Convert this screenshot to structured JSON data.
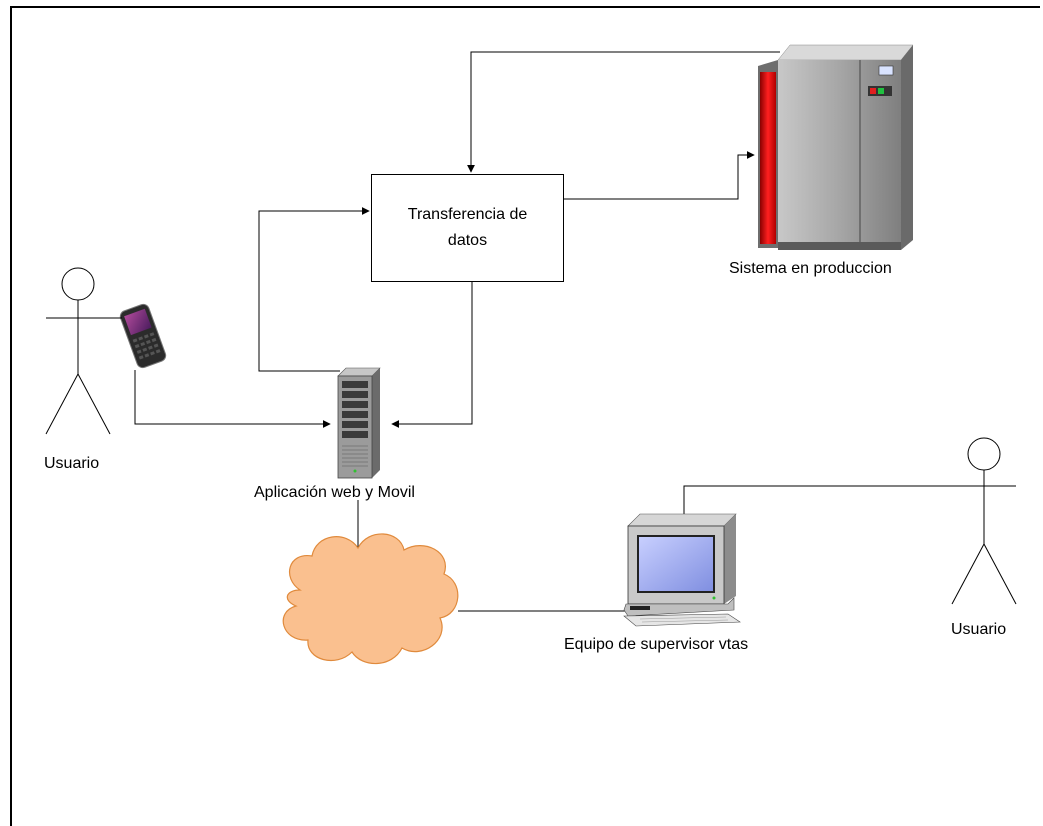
{
  "process": {
    "line1": "Transferencia de",
    "line2": "datos"
  },
  "labels": {
    "production_system": "Sistema en produccion",
    "app_server": "Aplicación web y Movil",
    "user_left": "Usuario",
    "user_right": "Usuario",
    "supervisor_pc": "Equipo de supervisor vtas"
  },
  "colors": {
    "cloud_fill": "#fac08f",
    "cloud_stroke": "#e08a3c",
    "server_red": "#d20d0d",
    "server_grey": "#9a9a9a",
    "screen_blue": "#a9b4f5"
  }
}
